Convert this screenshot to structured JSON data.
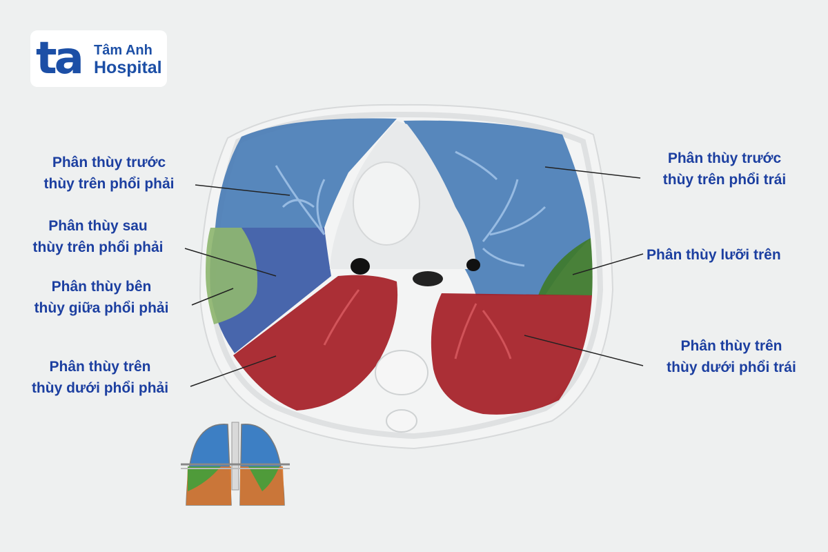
{
  "logo": {
    "mark": "ta",
    "name_line1": "Tâm Anh",
    "name_line2": "Hospital"
  },
  "labels": {
    "right_anterior_upper": [
      "Phân thùy trước",
      "thùy trên phổi phải"
    ],
    "right_posterior_upper": [
      "Phân thùy sau",
      "thùy trên phổi phải"
    ],
    "right_lateral_middle": [
      "Phân thùy bên",
      "thùy giữa phổi phải"
    ],
    "right_superior_lower": [
      "Phân thùy trên",
      "thùy dưới phổi phải"
    ],
    "left_anterior_upper": [
      "Phân thùy trước",
      "thùy trên phổi trái"
    ],
    "left_superior_lingular": [
      "Phân thùy lưỡi trên"
    ],
    "left_superior_lower": [
      "Phân thùy trên",
      "thùy dưới phổi trái"
    ]
  },
  "colors": {
    "text": "#1c3fa0",
    "brand": "#1c4fa6",
    "anterior_upper": "#4a7db6",
    "posterior_upper": "#3a5aa6",
    "lateral_middle": "#8fb670",
    "lingular": "#3f7a2e",
    "lower_superior": "#a51d25"
  }
}
